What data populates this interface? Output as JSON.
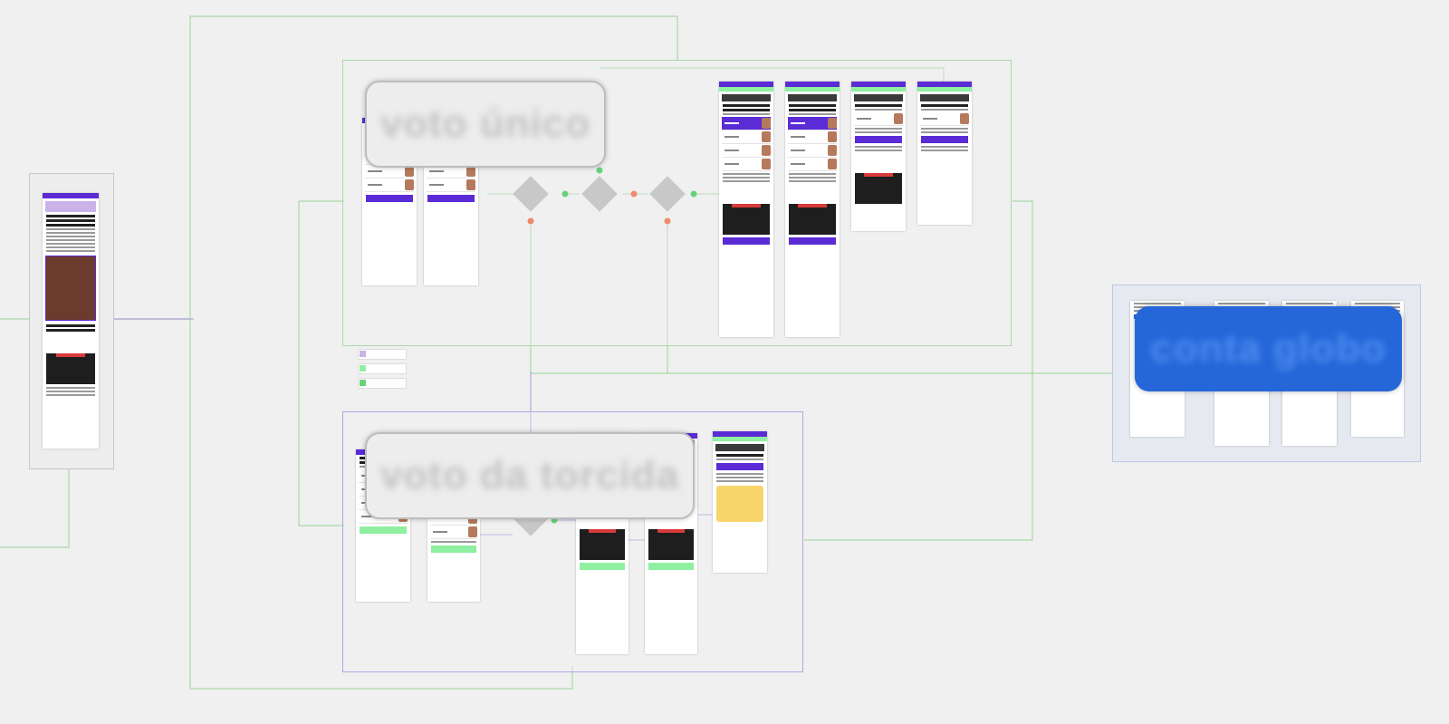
{
  "board": {
    "colors": {
      "green_line": "#a9d8a8",
      "purple_line": "#b3a6e0",
      "blue_frame": "#e6e9f0",
      "brand_purple": "#5b2bd6",
      "accent_green": "#8ef0a0",
      "accent_orange": "#ef8a6a"
    }
  },
  "sections": {
    "single_vote": {
      "label": "voto único"
    },
    "crowd_vote": {
      "label": "voto da torcida"
    },
    "globo_account": {
      "label": "conta globo"
    }
  },
  "decisions": {
    "d1": "",
    "d2": "",
    "d3": "",
    "d4": ""
  },
  "edge_labels": {
    "left": "",
    "right": ""
  }
}
